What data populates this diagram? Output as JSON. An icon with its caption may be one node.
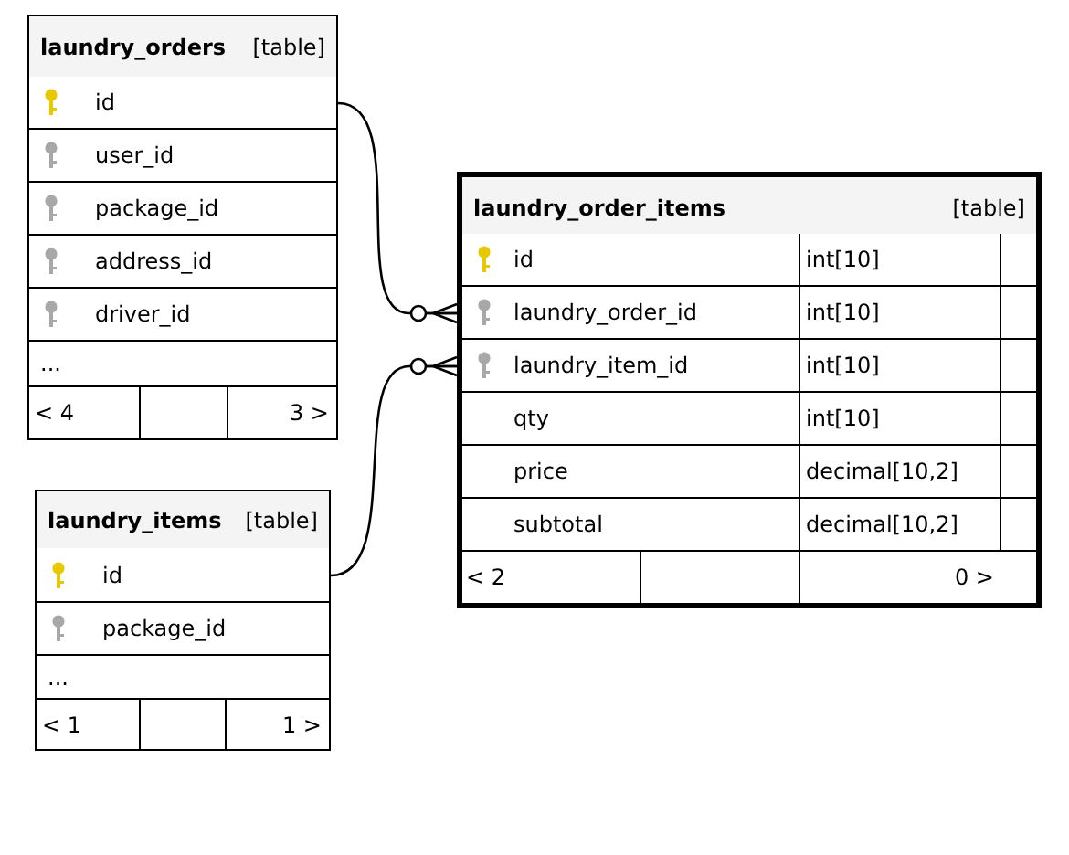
{
  "diagram": {
    "nodes": [
      {
        "text": [
          "laundry_orders",
          "[table]"
        ]
      },
      {
        "text": [
          "id"
        ],
        "in": 0
      },
      {
        "text": [
          "user_id"
        ],
        "in": 0
      },
      {
        "text": [
          "package_id"
        ],
        "in": 0
      },
      {
        "text": [
          "address_id"
        ],
        "in": 0
      },
      {
        "text": [
          "driver_id"
        ],
        "in": 0
      },
      {
        "text": [
          "..."
        ],
        "in": 0
      },
      {
        "text": [
          "< 4"
        ],
        "in": 0
      },
      {
        "text": [
          "3 >"
        ],
        "in": 0
      },
      {
        "text": [
          "laundry_order_items",
          "[table]"
        ]
      },
      {
        "text": [
          "id",
          "int[10]"
        ],
        "in": 9
      },
      {
        "text": [
          "laundry_order_id",
          "int[10]"
        ],
        "in": 9
      },
      {
        "text": [
          "laundry_item_id",
          "int[10]"
        ],
        "in": 9
      },
      {
        "text": [
          "qty",
          "int[10]"
        ],
        "in": 9
      },
      {
        "text": [
          "price",
          "decimal[10,2]"
        ],
        "in": 9
      },
      {
        "text": [
          "subtotal",
          "decimal[10,2]"
        ],
        "in": 9
      },
      {
        "text": [
          "< 2"
        ],
        "in": 9
      },
      {
        "text": [
          "0 >"
        ],
        "in": 9
      },
      {
        "text": [
          "laundry_items",
          "[table]"
        ]
      },
      {
        "text": [
          "id"
        ],
        "in": 18
      },
      {
        "text": [
          "package_id"
        ],
        "in": 18
      },
      {
        "text": [
          "..."
        ],
        "in": 18
      },
      {
        "text": [
          "< 1"
        ],
        "in": 18
      },
      {
        "text": [
          "1 >"
        ],
        "in": 18
      }
    ],
    "edges": [
      {
        "from": 1,
        "to": 11,
        "arrow": "other"
      },
      {
        "from": 19,
        "to": 12,
        "arrow": "other"
      }
    ]
  }
}
